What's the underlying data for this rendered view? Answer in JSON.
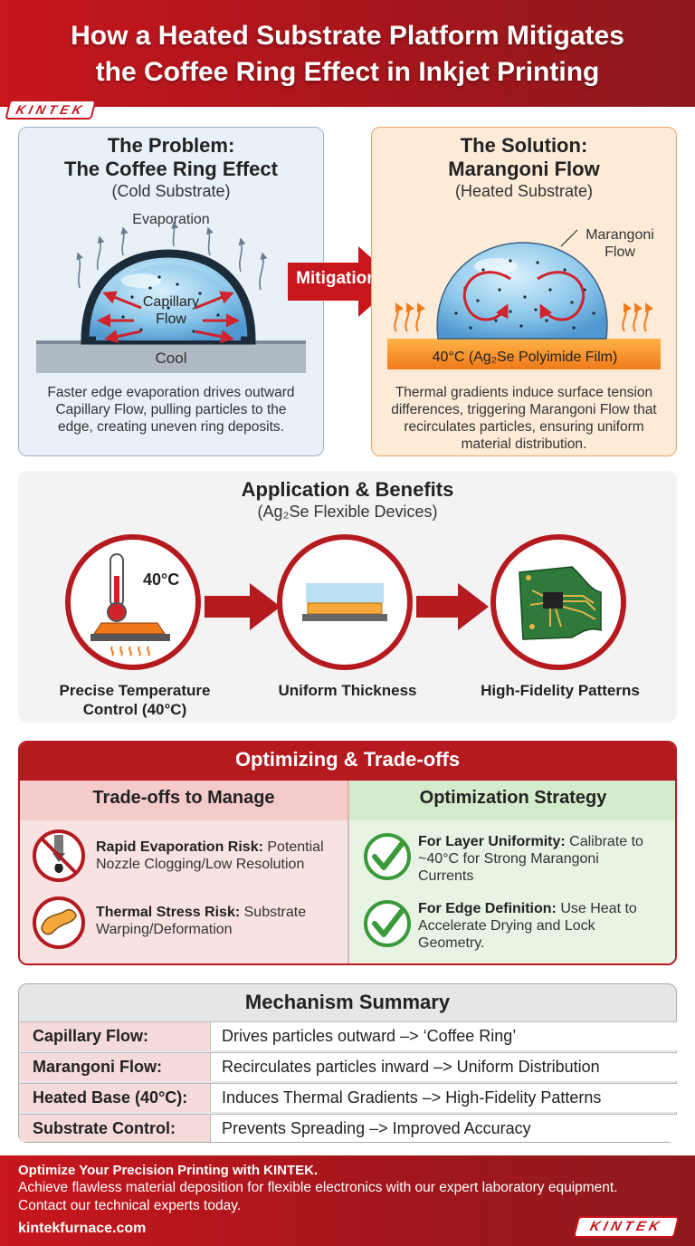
{
  "header": {
    "title_line1": "How a Heated Substrate Platform Mitigates",
    "title_line2": "the Coffee Ring Effect in Inkjet Printing",
    "logo": "KINTEK"
  },
  "problem": {
    "title1": "The Problem:",
    "title2": "The Coffee Ring Effect",
    "subtitle": "(Cold Substrate)",
    "evaporation": "Evaporation",
    "capillary1": "Capillary",
    "capillary2": "Flow",
    "base": "Cool",
    "desc1": "Faster edge evaporation drives outward",
    "desc2": "Capillary Flow, pulling particles to the",
    "desc3": "edge, creating uneven ring deposits."
  },
  "mitigation": "Mitigation",
  "solution": {
    "title1": "The Solution:",
    "title2": "Marangoni Flow",
    "subtitle": "(Heated Substrate)",
    "marangoni1": "Marangoni",
    "marangoni2": "Flow",
    "base": "40°C (Ag₂Se Polyimide Film)",
    "desc1": "Thermal gradients induce surface tension",
    "desc2": "differences, triggering Marangoni Flow that",
    "desc3": "recirculates particles, ensuring uniform",
    "desc4": "material distribution."
  },
  "application": {
    "title": "Application & Benefits",
    "subtitle": "(Ag₂Se Flexible Devices)",
    "temp": "40°C",
    "items": [
      {
        "line1": "Precise Temperature",
        "line2": "Control (40°C)"
      },
      {
        "line1": "Uniform Thickness",
        "line2": ""
      },
      {
        "line1": "High-Fidelity Patterns",
        "line2": ""
      }
    ]
  },
  "tradeoffs": {
    "title": "Optimizing & Trade-offs",
    "left_head": "Trade-offs to Manage",
    "right_head": "Optimization Strategy",
    "left": [
      {
        "bold": "Rapid Evaporation Risk:",
        "text1": " Potential",
        "text2": "Nozzle Clogging/Low Resolution"
      },
      {
        "bold": "Thermal Stress Risk:",
        "text1": " Substrate",
        "text2": "Warping/Deformation"
      }
    ],
    "right": [
      {
        "bold": "For Layer Uniformity:",
        "text1": " Calibrate to",
        "text2": "~40°C for Strong Marangoni",
        "text3": "Currents"
      },
      {
        "bold": "For Edge Definition:",
        "text1": " Use Heat to",
        "text2": "Accelerate Drying and Lock",
        "text3": "Geometry."
      }
    ]
  },
  "summary": {
    "title": "Mechanism Summary",
    "rows": [
      {
        "k": "Capillary Flow:",
        "v": "Drives particles outward –> ‘Coffee Ring’"
      },
      {
        "k": "Marangoni Flow:",
        "v": "Recirculates particles inward –> Uniform Distribution"
      },
      {
        "k": "Heated Base (40°C):",
        "v": "Induces Thermal Gradients –> High-Fidelity Patterns"
      },
      {
        "k": "Substrate Control:",
        "v": "Prevents Spreading –> Improved Accuracy"
      }
    ]
  },
  "footer": {
    "line1": "Optimize Your Precision Printing with KINTEK.",
    "line2": "Achieve flawless material deposition for flexible electronics with our expert laboratory equipment.",
    "line3": "Contact our technical experts today.",
    "url": "kintekfurnace.com",
    "logo": "KINTEK"
  },
  "colors": {
    "brand_red": "#c8161d",
    "problem_bg": "#e8f0f8",
    "solution_bg": "#fdebd8",
    "tradeoff_bg": "#f9e2e2",
    "strategy_bg": "#e7f3e3"
  }
}
